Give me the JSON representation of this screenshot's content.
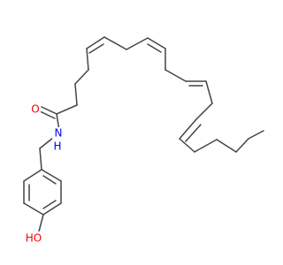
{
  "molecule": {
    "atoms": {
      "oxygen_carbonyl": "O",
      "nitrogen_amide": "N",
      "hydrogen_amide": "H",
      "hydroxyl": "HO"
    },
    "colors": {
      "bond": "#444444",
      "oxygen": "#ff0000",
      "nitrogen": "#0000ff",
      "background": "#ffffff"
    }
  }
}
